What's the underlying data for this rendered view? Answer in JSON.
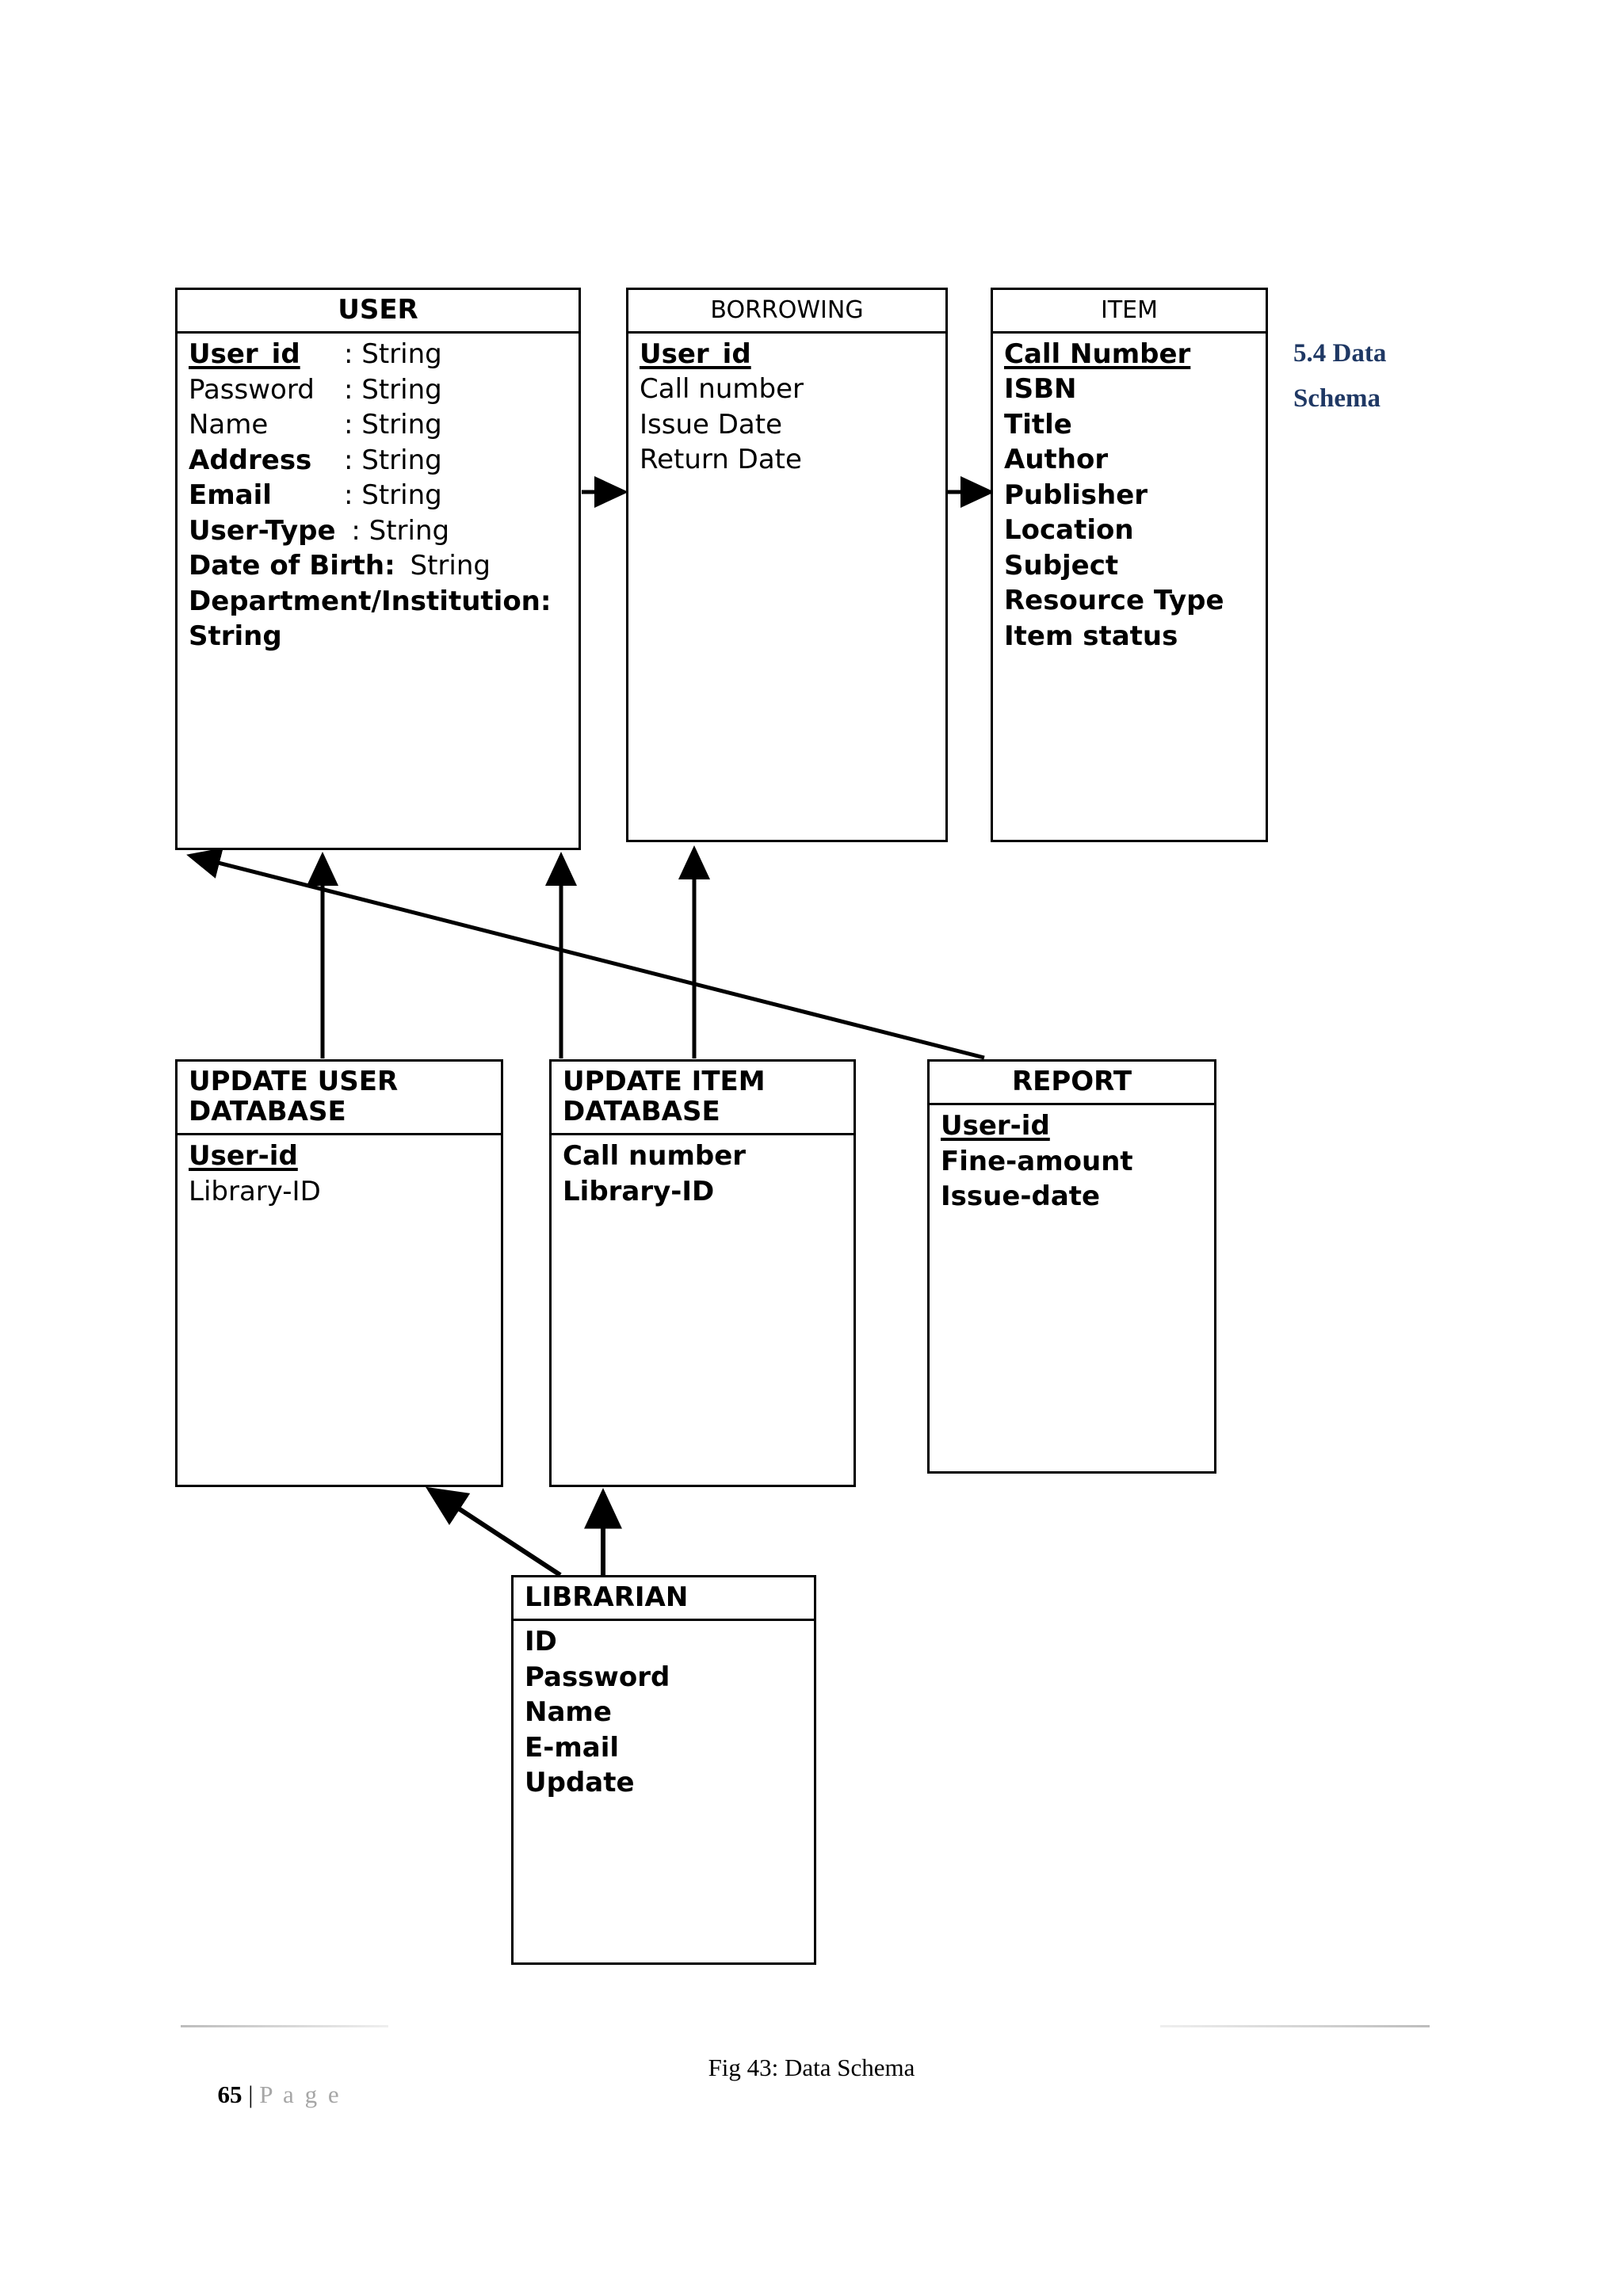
{
  "figure": {
    "annotation_line1": "5.4 Data",
    "annotation_line2": "Schema",
    "annotation_color": "#1f3864"
  },
  "entities": {
    "user": {
      "title": "USER",
      "attributes": [
        {
          "name": "User_id",
          "type": ": String"
        },
        {
          "name": "Password",
          "type": ": String"
        },
        {
          "name": "Name",
          "type": ": String"
        },
        {
          "name": "Address",
          "type": ": String"
        },
        {
          "name": "Email",
          "type": ": String"
        },
        {
          "name": "User-Type ",
          "type": ": String"
        },
        {
          "name": "Date of Birth:",
          "type": " String"
        },
        {
          "name": "Department/Institution:",
          "type": ""
        },
        {
          "name": "String",
          "type": ""
        }
      ]
    },
    "borrowing": {
      "title": "BORROWING",
      "attributes": [
        {
          "name": "User_id"
        },
        {
          "name": "Call number"
        },
        {
          "name": "Issue Date"
        },
        {
          "name": "Return Date"
        }
      ]
    },
    "item": {
      "title": "ITEM",
      "attributes": [
        {
          "name": "Call Number"
        },
        {
          "name": "ISBN"
        },
        {
          "name": "Title"
        },
        {
          "name": "Author"
        },
        {
          "name": "Publisher"
        },
        {
          "name": "Location"
        },
        {
          "name": "Subject"
        },
        {
          "name": "Resource Type"
        },
        {
          "name": "Item status"
        }
      ]
    },
    "update_user_database": {
      "title": "UPDATE USER\nDATABASE",
      "attributes": [
        {
          "name": "User-id"
        },
        {
          "name": "Library-ID"
        }
      ]
    },
    "update_item_database": {
      "title": "UPDATE ITEM\nDATABASE",
      "attributes": [
        {
          "name": "Call number"
        },
        {
          "name": "Library-ID"
        }
      ]
    },
    "report": {
      "title": "REPORT",
      "attributes": [
        {
          "name": "User-id"
        },
        {
          "name": "Fine-amount"
        },
        {
          "name": "Issue-date"
        }
      ]
    },
    "librarian": {
      "title": "LIBRARIAN",
      "attributes": [
        {
          "name": "ID"
        },
        {
          "name": "Password"
        },
        {
          "name": "Name"
        },
        {
          "name": "E-mail"
        },
        {
          "name": "Update"
        }
      ]
    }
  },
  "footer": {
    "page_number": "65",
    "page_separator": " | ",
    "page_word": "P a g e",
    "figure_caption": "Fig 43: Data Schema"
  }
}
